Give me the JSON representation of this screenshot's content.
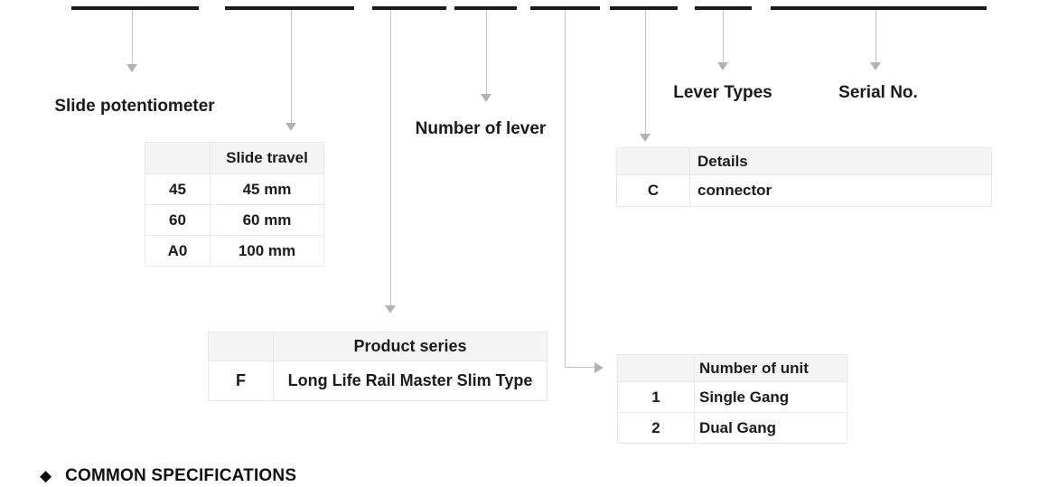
{
  "labels": {
    "slide_potentiometer": "Slide potentiometer",
    "number_of_lever": "Number of lever",
    "lever_types": "Lever Types",
    "serial_no": "Serial No."
  },
  "tables": {
    "slide_travel": {
      "header": [
        "",
        "Slide travel"
      ],
      "rows": [
        [
          "45",
          "45 mm"
        ],
        [
          "60",
          "60 mm"
        ],
        [
          "A0",
          "100 mm"
        ]
      ]
    },
    "details": {
      "header": [
        "",
        "Details"
      ],
      "rows": [
        [
          "C",
          "connector"
        ]
      ]
    },
    "product_series": {
      "header": [
        "",
        "Product series"
      ],
      "rows": [
        [
          "F",
          "Long Life Rail Master Slim Type"
        ]
      ]
    },
    "number_of_unit": {
      "header": [
        "",
        "Number of unit"
      ],
      "rows": [
        [
          "1",
          "Single Gang"
        ],
        [
          "2",
          "Dual Gang"
        ]
      ]
    }
  },
  "footer": {
    "bullet": "◆",
    "title": "COMMON SPECIFICATIONS"
  },
  "colors": {
    "bar": "#1a1a1a",
    "arrow": "#b3b3b3",
    "header_bg": "#f5f5f6",
    "border": "#e8e8e8",
    "text": "#1a1a1a"
  }
}
